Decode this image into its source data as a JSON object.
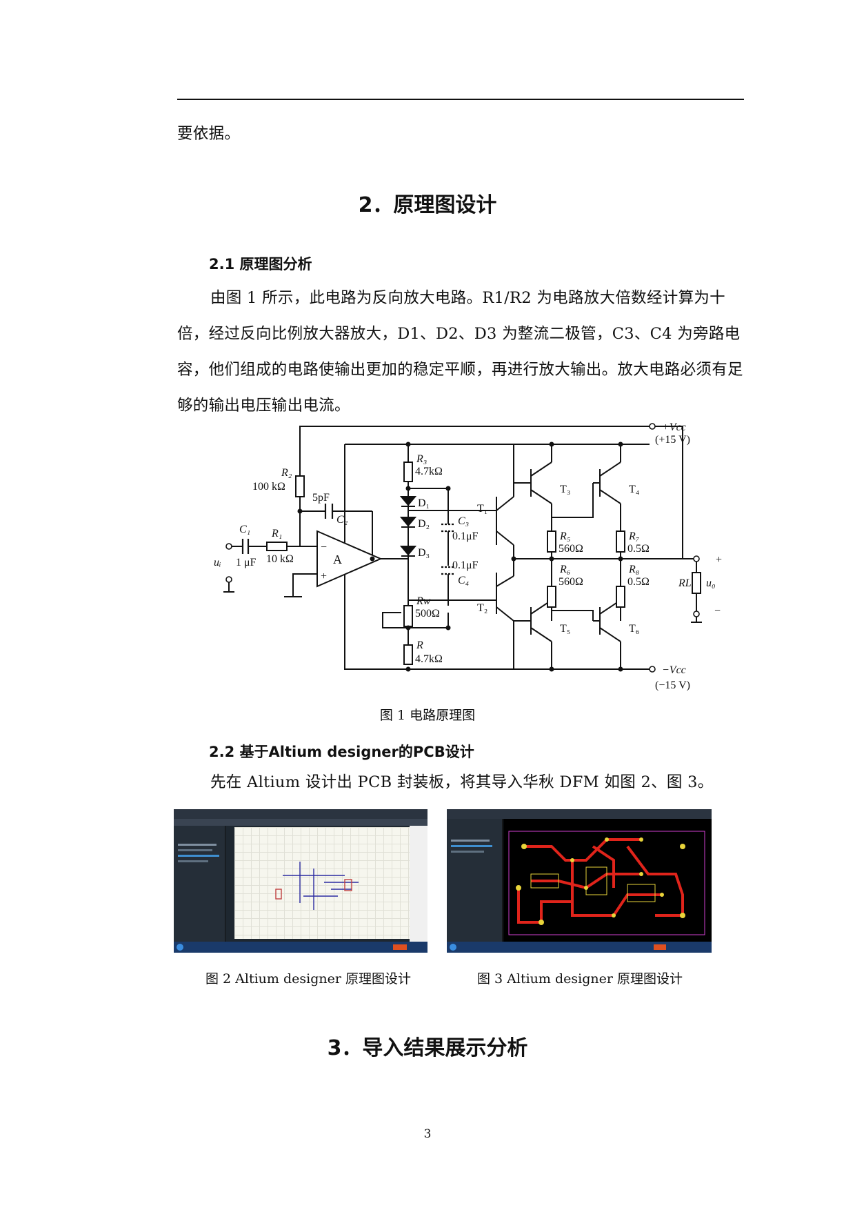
{
  "para_top": "要依据。",
  "section2_title": "2．原理图设计",
  "sub21_title": "2.1 原理图分析",
  "para21": "由图 1 所示，此电路为反向放大电路。R1/R2 为电路放大倍数经计算为十倍，经过反向比例放大器放大，D1、D2、D3 为整流二极管，C3、C4 为旁路电容，他们组成的电路使输出更加的稳定平顺，再进行放大输出。放大电路必须有足够的输出电压输出电流。",
  "fig1": {
    "caption": "图 1  电路原理图",
    "labels": {
      "r2": "R₂",
      "r2v": "100 kΩ",
      "c5": "5pF",
      "c2": "C₂",
      "c1": "C₁",
      "r1": "R₁",
      "c1v": "1 μF",
      "r1v": "10 kΩ",
      "ui": "uᵢ",
      "amp": "A",
      "minus": "−",
      "plus": "+",
      "r3": "R₃",
      "r3v": "4.7kΩ",
      "d1": "D₁",
      "d2": "D₂",
      "d3": "D₃",
      "c3": "C₃",
      "c3v": "0.1μF",
      "c4v": "0.1μF",
      "c4": "C₄",
      "rw": "Rw",
      "rwv": "500Ω",
      "r": "R",
      "rv": "4.7kΩ",
      "t1": "T₁",
      "t2": "T₂",
      "t3": "T₃",
      "t4": "T₄",
      "t5": "T₅",
      "t6": "T₆",
      "r5": "R₅",
      "r5v": "560Ω",
      "r6": "R₆",
      "r6v": "560Ω",
      "r7": "R₇",
      "r7v": "0.5Ω",
      "r8": "R₈",
      "r8v": "0.5Ω",
      "rl": "RL",
      "uo": "u₀",
      "outplus": "+",
      "outminus": "−",
      "vccp": "+Vcc",
      "vccpv": "(+15 V)",
      "vccn": "−Vcc",
      "vccnv": "(−15 V)"
    }
  },
  "sub22_title": "2.2 基于Altium designer的PCB设计",
  "para22": "先在 Altium 设计出 PCB 封装板，将其导入华秋 DFM 如图 2、图 3。",
  "fig2_caption": "图 2 Altium designer 原理图设计",
  "fig3_caption": "图 3 Altium designer 原理图设计",
  "section3_title": "3．导入结果展示分析",
  "page_number": "3",
  "colors": {
    "pcb_trace": "#e0241b",
    "pcb_bg": "#000000",
    "pcb_pad": "#e8d43a",
    "schematic_bg": "#f6f6ee",
    "ide_dark": "#1e2730"
  }
}
